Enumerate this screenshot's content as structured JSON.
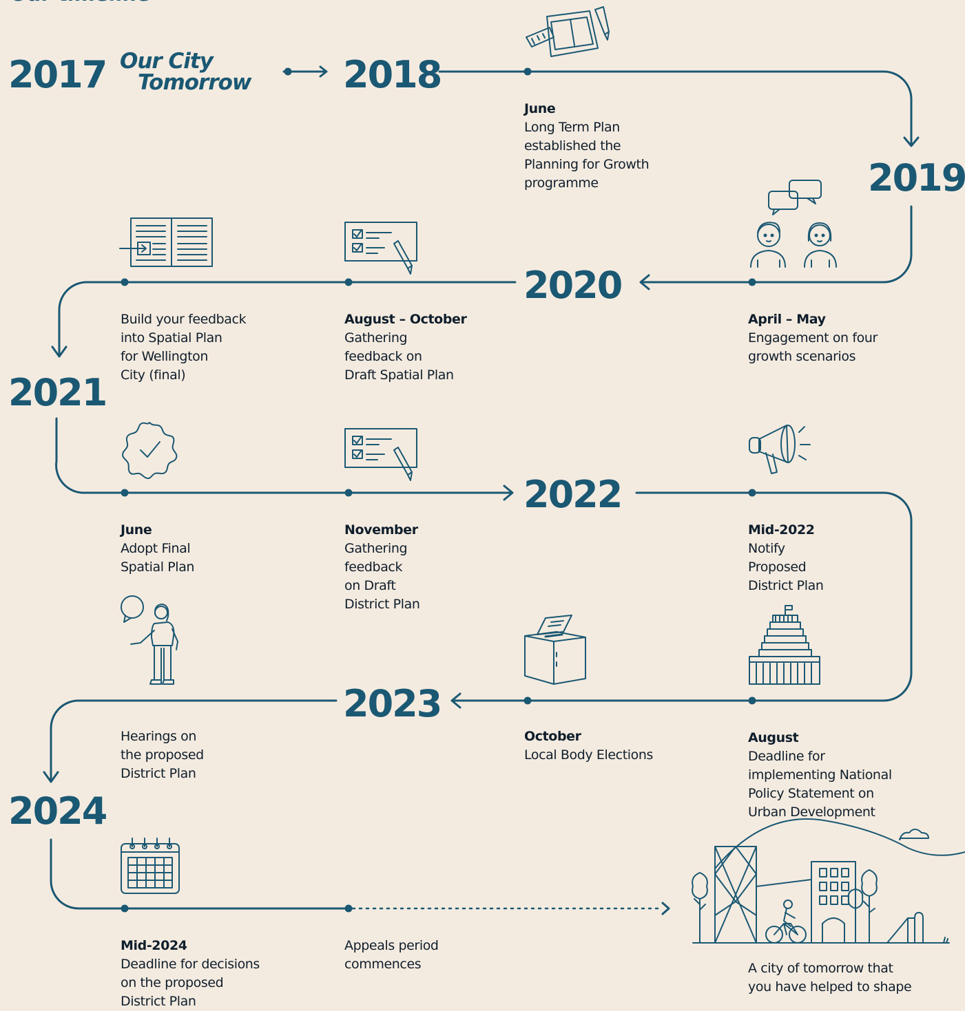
{
  "title": "Our timeline",
  "brand": {
    "line1": "Our City",
    "line2": "Tomorrow"
  },
  "years": [
    "2017",
    "2018",
    "2019",
    "2020",
    "2021",
    "2022",
    "2023",
    "2024"
  ],
  "events": [
    {
      "heading": "June",
      "text": "Long Term Plan\nestablished the\nPlanning for Growth\nprogramme",
      "icon": "blueprint-icon"
    },
    {
      "heading": "April – May",
      "text": "Engagement on four\ngrowth scenarios",
      "icon": "people-talking-icon"
    },
    {
      "heading": "August – October",
      "text": "Gathering\nfeedback on\nDraft Spatial Plan",
      "icon": "checklist-icon"
    },
    {
      "heading": "",
      "text": "Build your feedback\ninto Spatial Plan\nfor Wellington\nCity (final)",
      "icon": "open-book-icon"
    },
    {
      "heading": "June",
      "text": "Adopt Final\nSpatial Plan",
      "icon": "check-badge-icon"
    },
    {
      "heading": "November",
      "text": "Gathering\nfeedback\non Draft\nDistrict Plan",
      "icon": "checklist-icon"
    },
    {
      "heading": "Mid-2022",
      "text": "Notify\nProposed\nDistrict Plan",
      "icon": "megaphone-icon"
    },
    {
      "heading": "August",
      "text": "Deadline for\nimplementing National\nPolicy Statement on\nUrban Development",
      "icon": "parliament-icon"
    },
    {
      "heading": "October",
      "text": "Local Body Elections",
      "icon": "ballot-box-icon"
    },
    {
      "heading": "",
      "text": "Hearings on\nthe proposed\nDistrict Plan",
      "icon": "person-speaking-icon"
    },
    {
      "heading": "Mid-2024",
      "text": "Deadline for decisions\non the proposed\nDistrict Plan",
      "icon": "calendar-icon"
    },
    {
      "heading": "",
      "text": "Appeals period\ncommences",
      "icon": ""
    }
  ],
  "closing": {
    "text": "A city of tomorrow that\nyou have helped to shape",
    "icon": "city-illustration-icon"
  },
  "colors": {
    "accent": "#1a5873",
    "background": "#f4ebe0",
    "text": "#0f1e2c"
  }
}
